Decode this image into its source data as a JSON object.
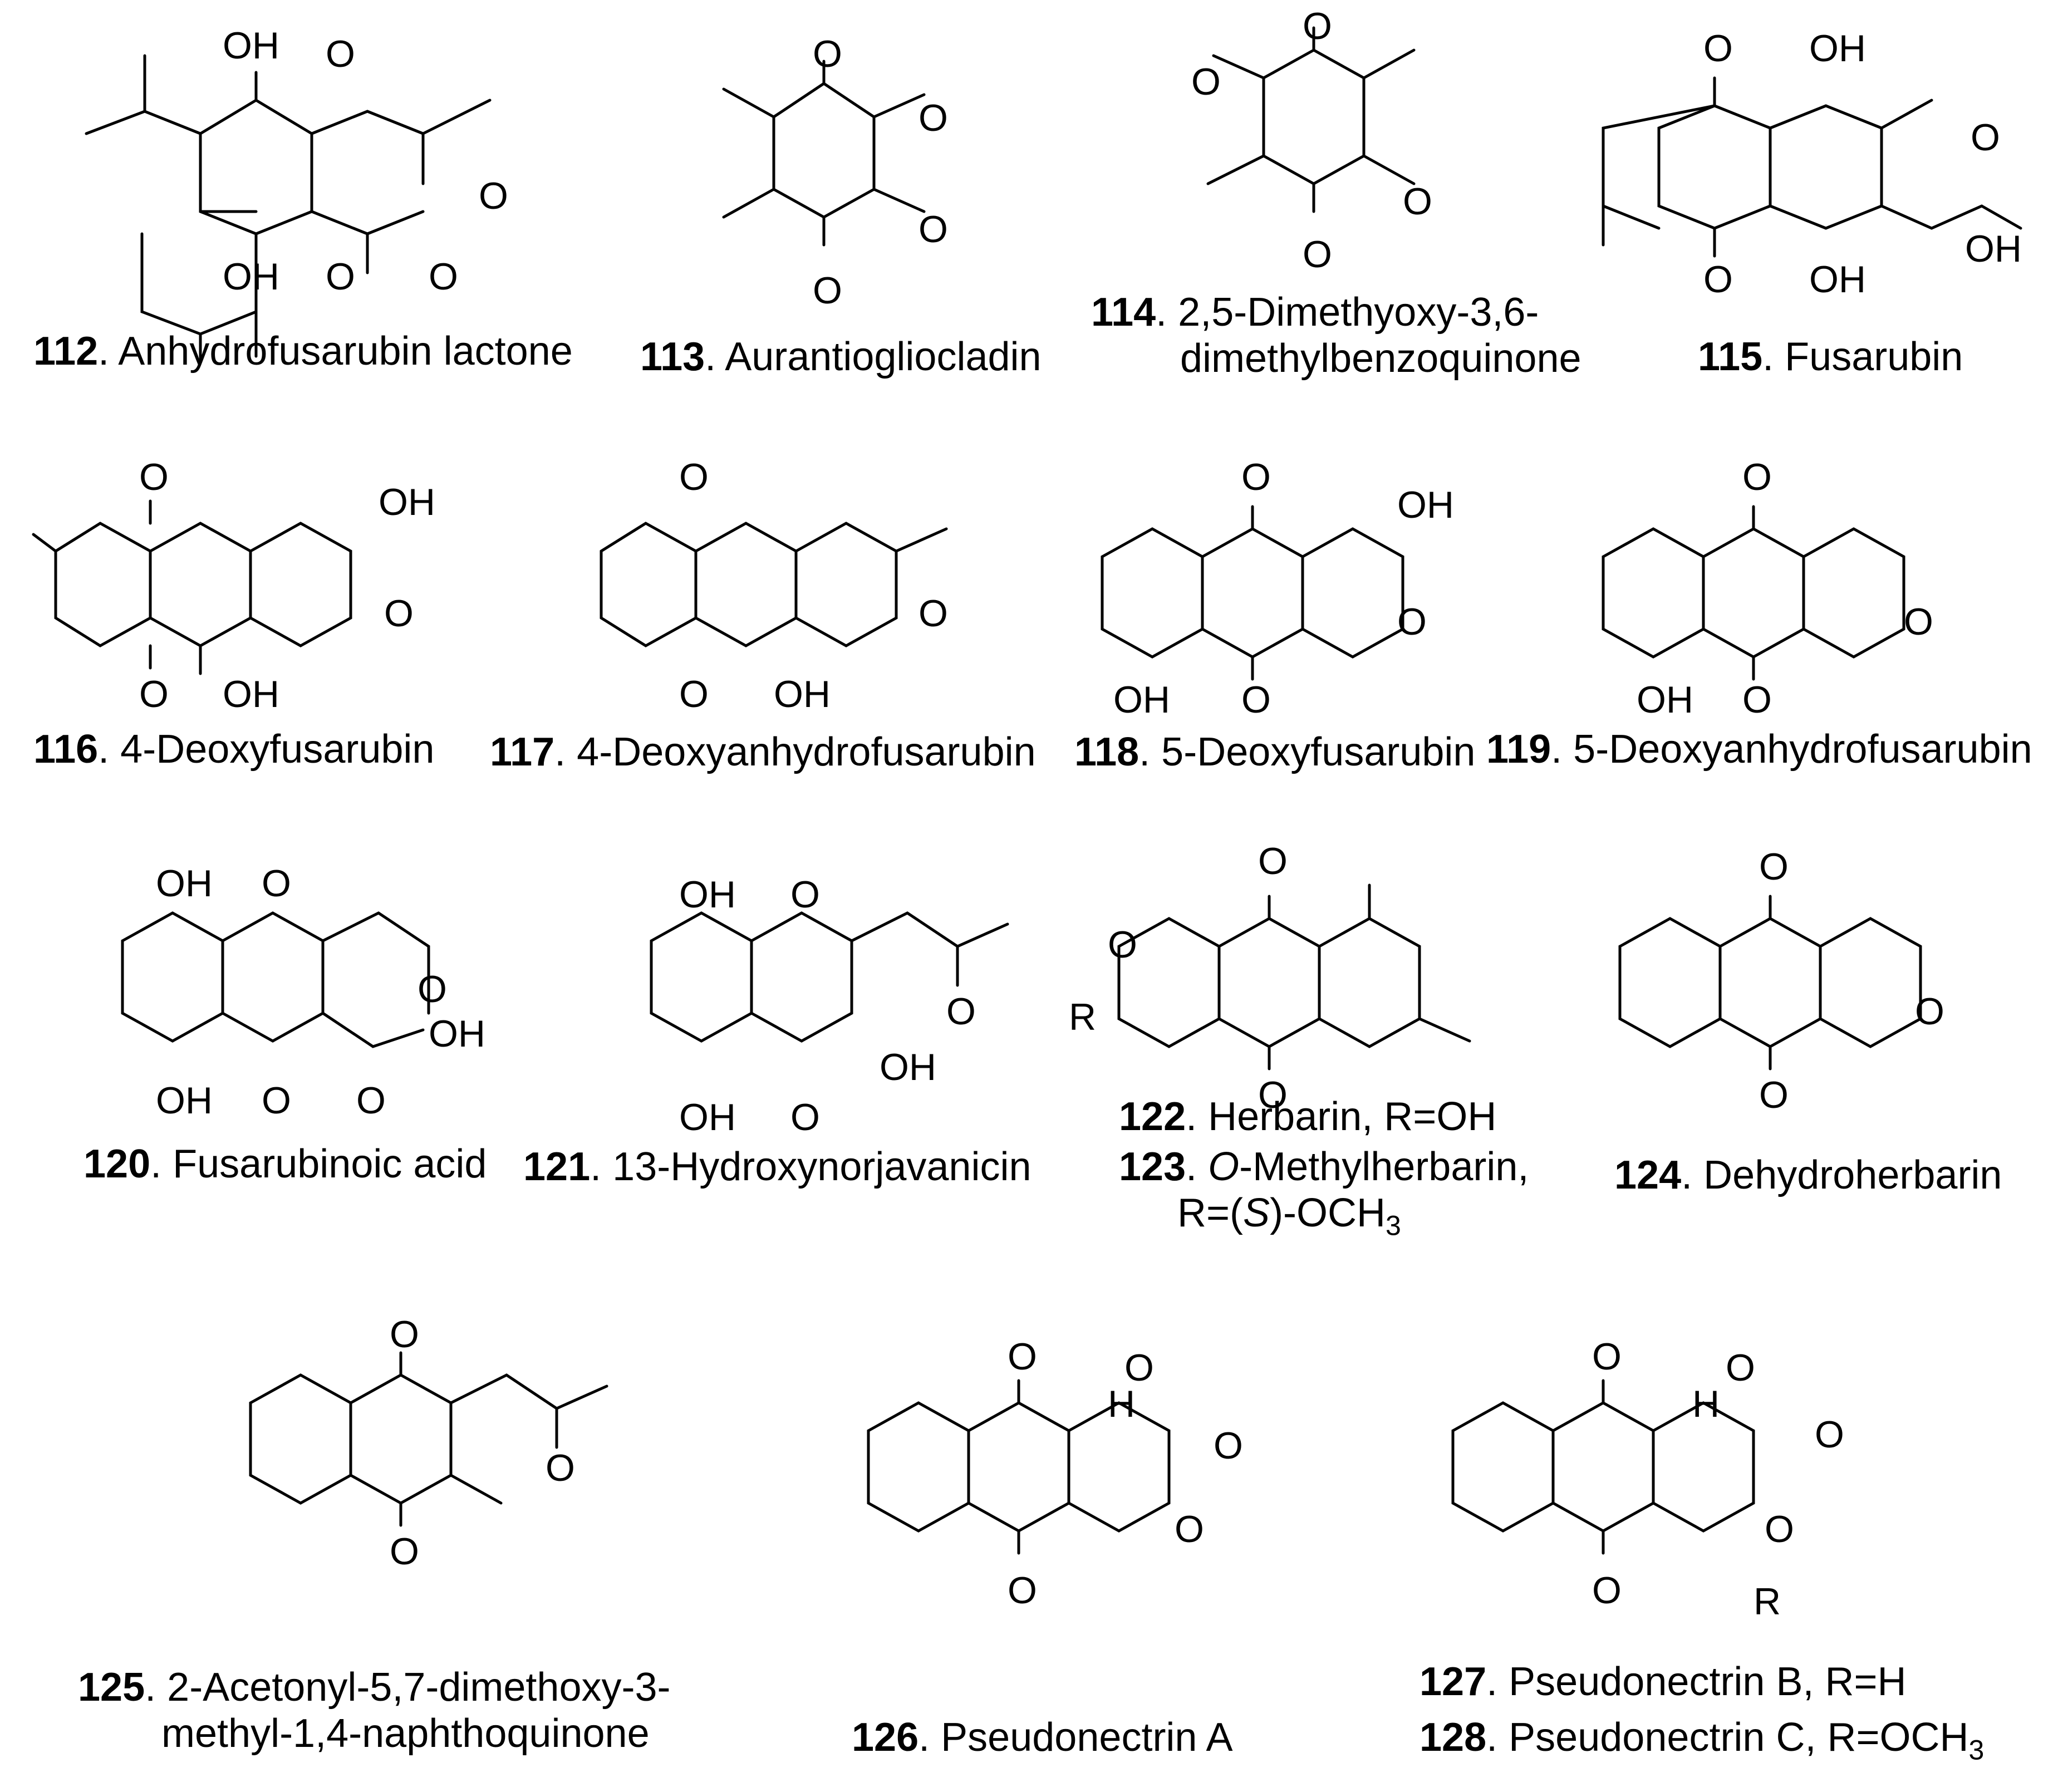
{
  "atoms": {
    "O": "O",
    "OH": "OH",
    "H": "H",
    "R": "R"
  },
  "compounds": [
    {
      "num": "112",
      "name": "Anhydrofusarubin lactone"
    },
    {
      "num": "113",
      "name": "Aurantiogliocladin"
    },
    {
      "num": "114",
      "name": "2,5-Dimethyoxy-3,6-",
      "name2": "dimethylbenzoquinone"
    },
    {
      "num": "115",
      "name": "Fusarubin"
    },
    {
      "num": "116",
      "name": "4-Deoxyfusarubin"
    },
    {
      "num": "117",
      "name": "4-Deoxyanhydrofusarubin"
    },
    {
      "num": "118",
      "name": "5-Deoxyfusarubin"
    },
    {
      "num": "119",
      "name": "5-Deoxyanhydrofusarubin"
    },
    {
      "num": "120",
      "name": "Fusarubinoic acid"
    },
    {
      "num": "121",
      "name": "13-Hydroxynorjavanicin"
    },
    {
      "num": "122",
      "name": "Herbarin, R=OH"
    },
    {
      "num": "123",
      "name_italic": "O",
      "name": "-Methylherbarin,",
      "name2": "R=(",
      "name2_italic": "S",
      "name2_rest": ")-OCH",
      "name2_sub": "3"
    },
    {
      "num": "124",
      "name": "Dehydroherbarin"
    },
    {
      "num": "125",
      "name": "2-Acetonyl-5,7-dimethoxy-3-",
      "name2": "methyl-1,4-naphthoquinone"
    },
    {
      "num": "126",
      "name": "Pseudonectrin A"
    },
    {
      "num": "127",
      "name": "Pseudonectrin B, R=H"
    },
    {
      "num": "128",
      "name": "Pseudonectrin C, R=OCH",
      "name_sub": "3"
    }
  ]
}
